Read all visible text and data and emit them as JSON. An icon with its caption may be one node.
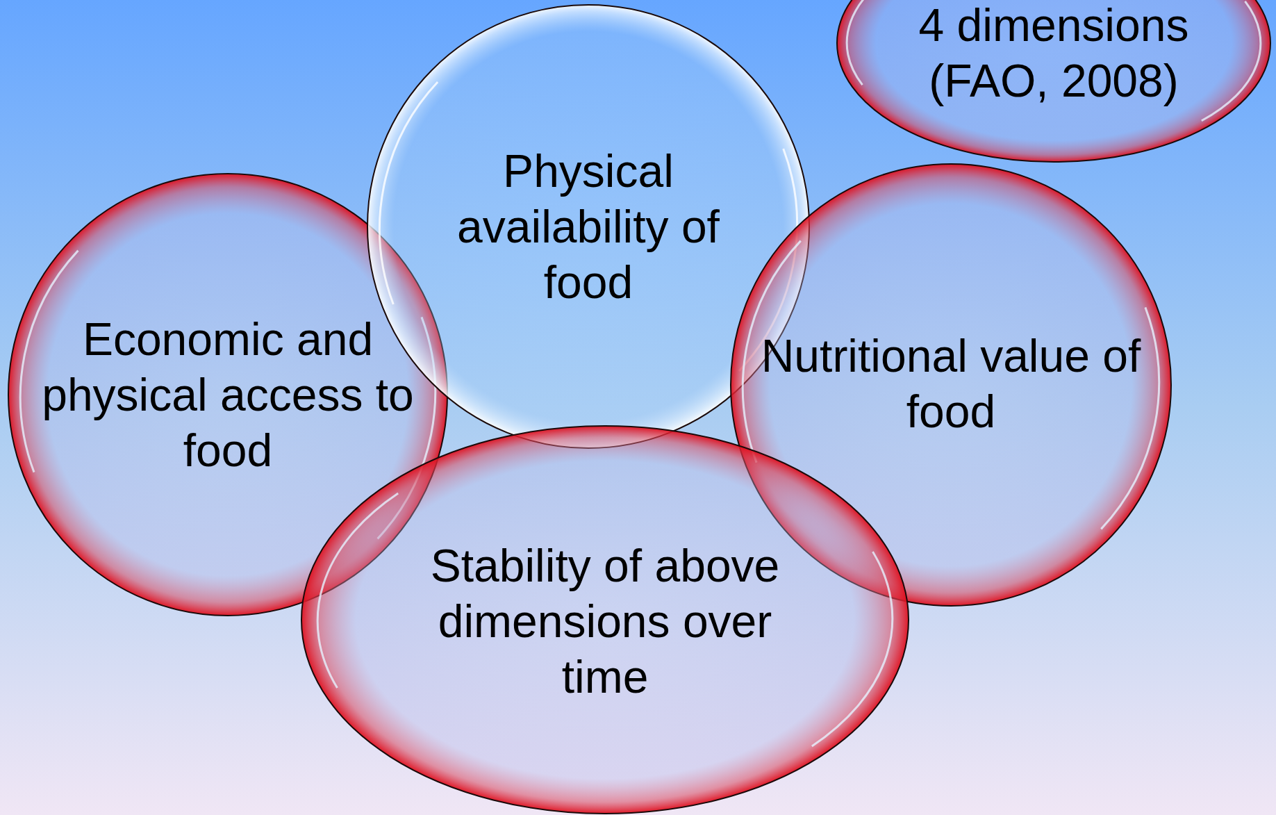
{
  "diagram": {
    "nodes": [
      {
        "text": [
          "Physical availability of food"
        ]
      },
      {
        "text": [
          "4 dimensions (FAO, 2008)"
        ]
      },
      {
        "text": [
          "Economic and physical access to food"
        ]
      },
      {
        "text": [
          "Nutritional value of food"
        ]
      },
      {
        "text": [
          "Stability of above dimensions over time"
        ]
      }
    ]
  }
}
